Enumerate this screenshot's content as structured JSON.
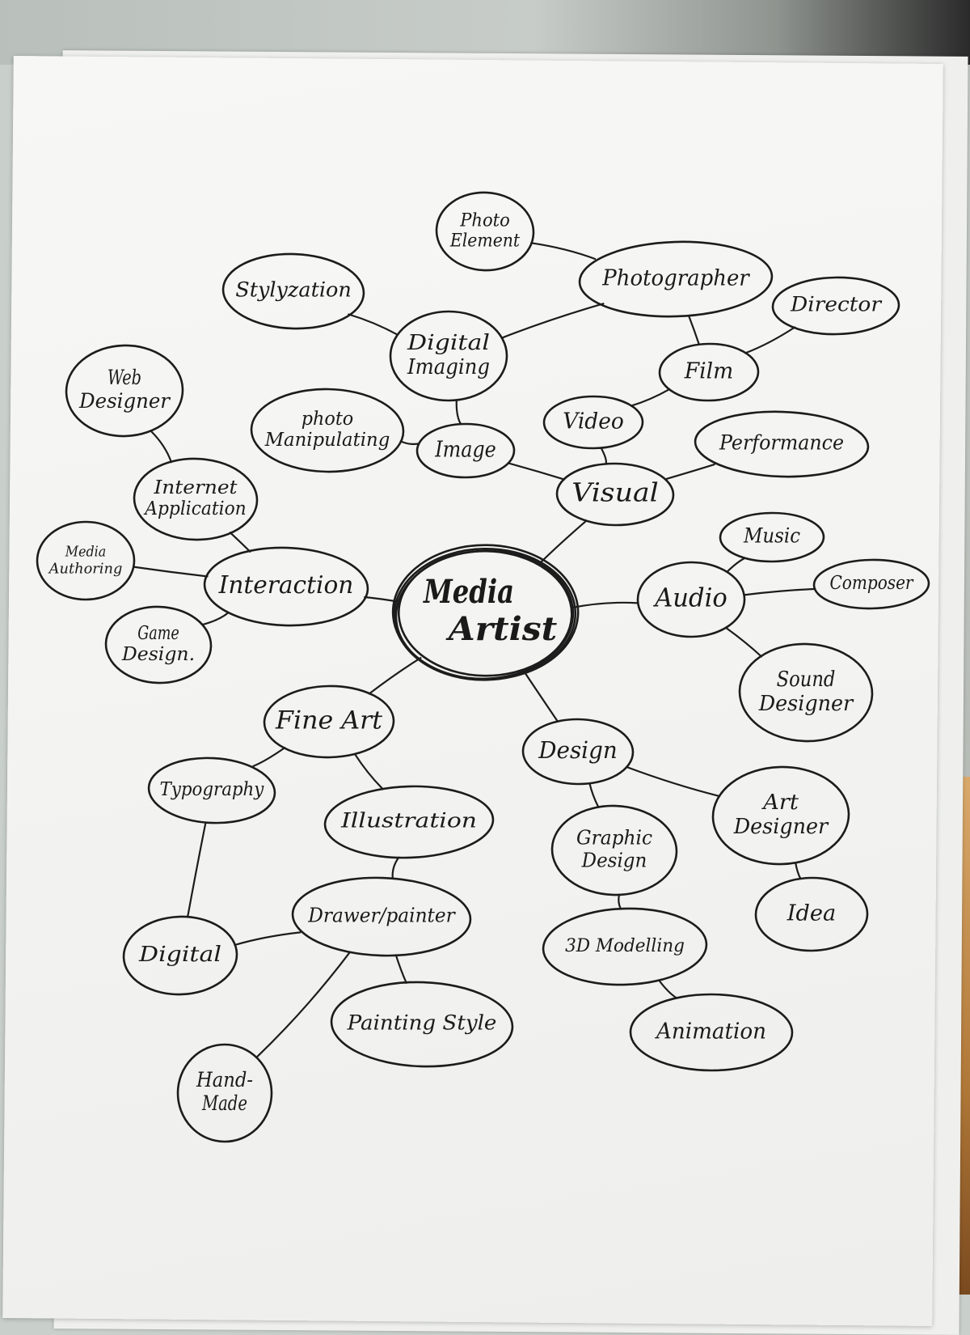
{
  "center": {
    "label_lines": [
      "Media",
      "Artist"
    ]
  },
  "nodes": [
    {
      "id": "photo-element",
      "label_lines": [
        "Photo",
        "Element"
      ]
    },
    {
      "id": "stylyzation",
      "label_lines": [
        "Stylyzation"
      ]
    },
    {
      "id": "photographer",
      "label_lines": [
        "Photographer"
      ]
    },
    {
      "id": "director",
      "label_lines": [
        "Director"
      ]
    },
    {
      "id": "digital-imaging",
      "label_lines": [
        "Digital",
        "Imaging"
      ]
    },
    {
      "id": "film",
      "label_lines": [
        "Film"
      ]
    },
    {
      "id": "web-designer",
      "label_lines": [
        "Web",
        "Designer"
      ]
    },
    {
      "id": "video",
      "label_lines": [
        "Video"
      ]
    },
    {
      "id": "performance",
      "label_lines": [
        "Performance"
      ]
    },
    {
      "id": "photo-manipulating",
      "label_lines": [
        "photo",
        "Manipulating"
      ]
    },
    {
      "id": "image",
      "label_lines": [
        "Image"
      ]
    },
    {
      "id": "internet-application",
      "label_lines": [
        "Internet",
        "Application"
      ]
    },
    {
      "id": "visual",
      "label_lines": [
        "Visual"
      ]
    },
    {
      "id": "music",
      "label_lines": [
        "Music"
      ]
    },
    {
      "id": "media-authoring",
      "label_lines": [
        "Media",
        "Authoring"
      ]
    },
    {
      "id": "interaction",
      "label_lines": [
        "Interaction"
      ]
    },
    {
      "id": "audio",
      "label_lines": [
        "Audio"
      ]
    },
    {
      "id": "composer",
      "label_lines": [
        "Composer"
      ]
    },
    {
      "id": "game-design",
      "label_lines": [
        "Game",
        "Design."
      ]
    },
    {
      "id": "sound-designer",
      "label_lines": [
        "Sound",
        "Designer"
      ]
    },
    {
      "id": "fine-art",
      "label_lines": [
        "Fine Art"
      ]
    },
    {
      "id": "design",
      "label_lines": [
        "Design"
      ]
    },
    {
      "id": "typography",
      "label_lines": [
        "Typography"
      ]
    },
    {
      "id": "illustration",
      "label_lines": [
        "Illustration"
      ]
    },
    {
      "id": "art-designer",
      "label_lines": [
        "Art",
        "Designer"
      ]
    },
    {
      "id": "graphic-design",
      "label_lines": [
        "Graphic",
        "Design"
      ]
    },
    {
      "id": "idea",
      "label_lines": [
        "Idea"
      ]
    },
    {
      "id": "drawer-painter",
      "label_lines": [
        "Drawer/painter"
      ]
    },
    {
      "id": "digital",
      "label_lines": [
        "Digital"
      ]
    },
    {
      "id": "3d-modelling",
      "label_lines": [
        "3D Modelling"
      ]
    },
    {
      "id": "painting-style",
      "label_lines": [
        "Painting Style"
      ]
    },
    {
      "id": "animation",
      "label_lines": [
        "Animation"
      ]
    },
    {
      "id": "hand-made",
      "label_lines": [
        "Hand-",
        "Made"
      ]
    }
  ],
  "edges": [
    [
      "photo-element",
      "photographer"
    ],
    [
      "photographer",
      "digital-imaging"
    ],
    [
      "photographer",
      "film"
    ],
    [
      "director",
      "film"
    ],
    [
      "film",
      "video"
    ],
    [
      "stylyzation",
      "digital-imaging"
    ],
    [
      "digital-imaging",
      "image"
    ],
    [
      "photo-manipulating",
      "image"
    ],
    [
      "image",
      "visual"
    ],
    [
      "video",
      "visual"
    ],
    [
      "performance",
      "visual"
    ],
    [
      "visual",
      "center"
    ],
    [
      "web-designer",
      "internet-application"
    ],
    [
      "internet-application",
      "interaction"
    ],
    [
      "media-authoring",
      "interaction"
    ],
    [
      "game-design",
      "interaction"
    ],
    [
      "interaction",
      "center"
    ],
    [
      "music",
      "audio"
    ],
    [
      "composer",
      "audio"
    ],
    [
      "sound-designer",
      "audio"
    ],
    [
      "audio",
      "center"
    ],
    [
      "fine-art",
      "center"
    ],
    [
      "design",
      "center"
    ],
    [
      "typography",
      "fine-art"
    ],
    [
      "illustration",
      "fine-art"
    ],
    [
      "typography",
      "digital"
    ],
    [
      "illustration",
      "drawer-painter"
    ],
    [
      "drawer-painter",
      "digital"
    ],
    [
      "drawer-painter",
      "painting-style"
    ],
    [
      "drawer-painter",
      "hand-made"
    ],
    [
      "design",
      "art-designer"
    ],
    [
      "design",
      "graphic-design"
    ],
    [
      "art-designer",
      "idea"
    ],
    [
      "graphic-design",
      "3d-modelling"
    ],
    [
      "3d-modelling",
      "animation"
    ]
  ]
}
